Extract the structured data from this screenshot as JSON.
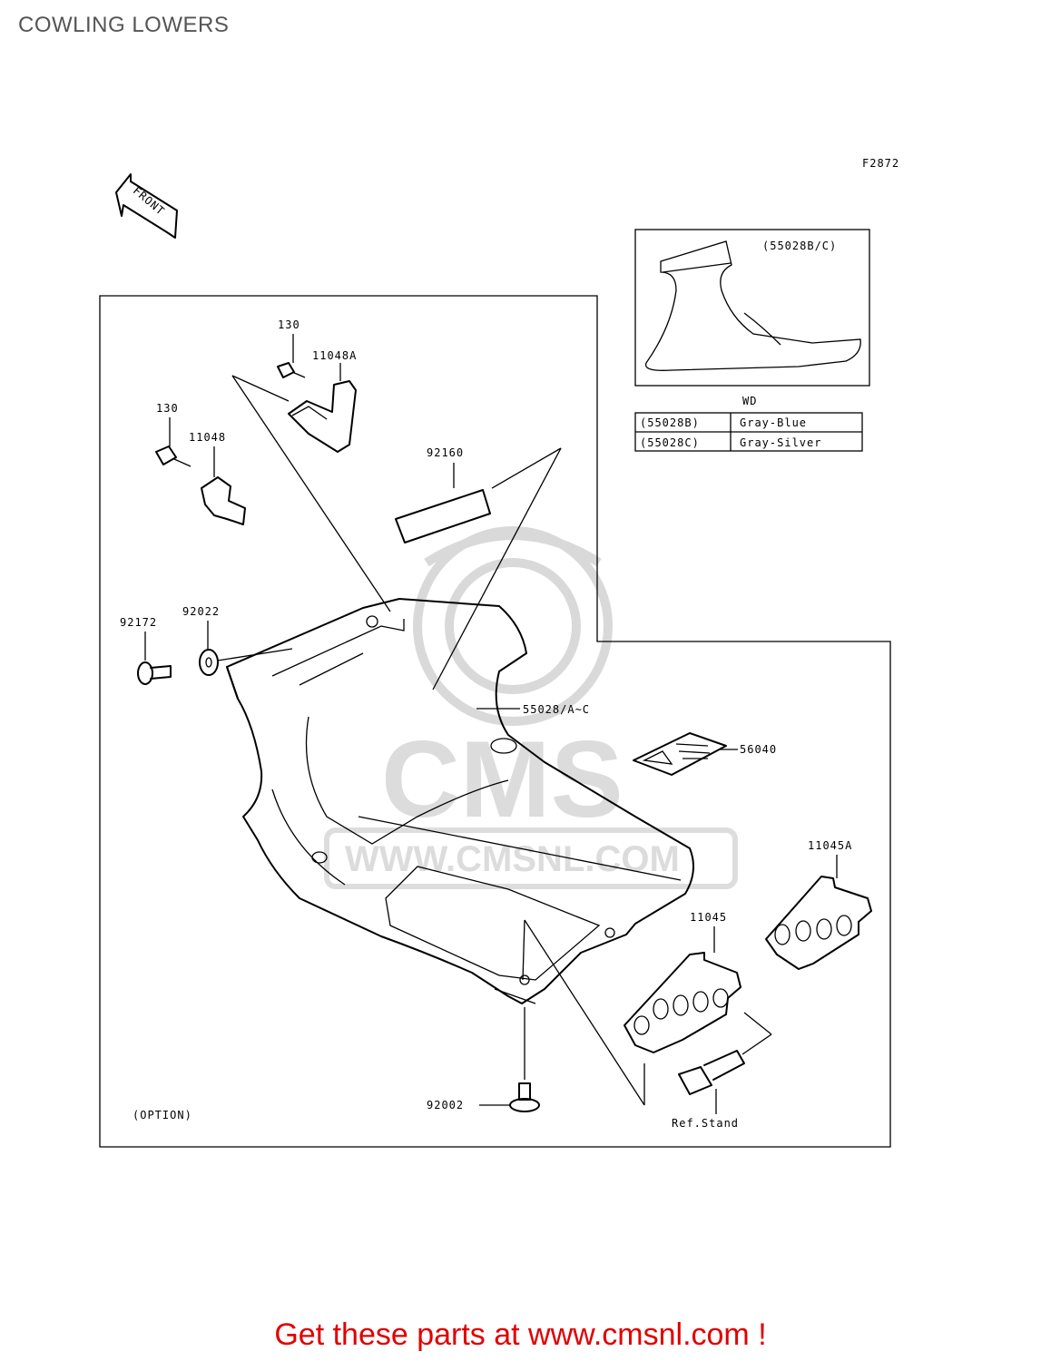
{
  "page": {
    "title": "COWLING LOWERS",
    "figure_code": "F2872",
    "footer": "Get these parts at www.cmsnl.com !"
  },
  "front_arrow": {
    "label": "FRONT"
  },
  "inset": {
    "part_ref": "(55028B/C)",
    "table_header": "WD",
    "rows": [
      {
        "code": "(55028B)",
        "color": "Gray-Blue"
      },
      {
        "code": "(55028C)",
        "color": "Gray-Silver"
      }
    ]
  },
  "callouts": {
    "c130a": "130",
    "c11048a": "11048A",
    "c130b": "130",
    "c11048": "11048",
    "c92160": "92160",
    "c92172": "92172",
    "c92022": "92022",
    "c55028": "55028/A~C",
    "c56040": "56040",
    "c11045a": "11045A",
    "c11045": "11045",
    "c92002": "92002",
    "option": "(OPTION)",
    "ref_stand": "Ref.Stand"
  },
  "watermark": {
    "text": "WWW.CMSNL.COM",
    "brand": "CMS"
  }
}
